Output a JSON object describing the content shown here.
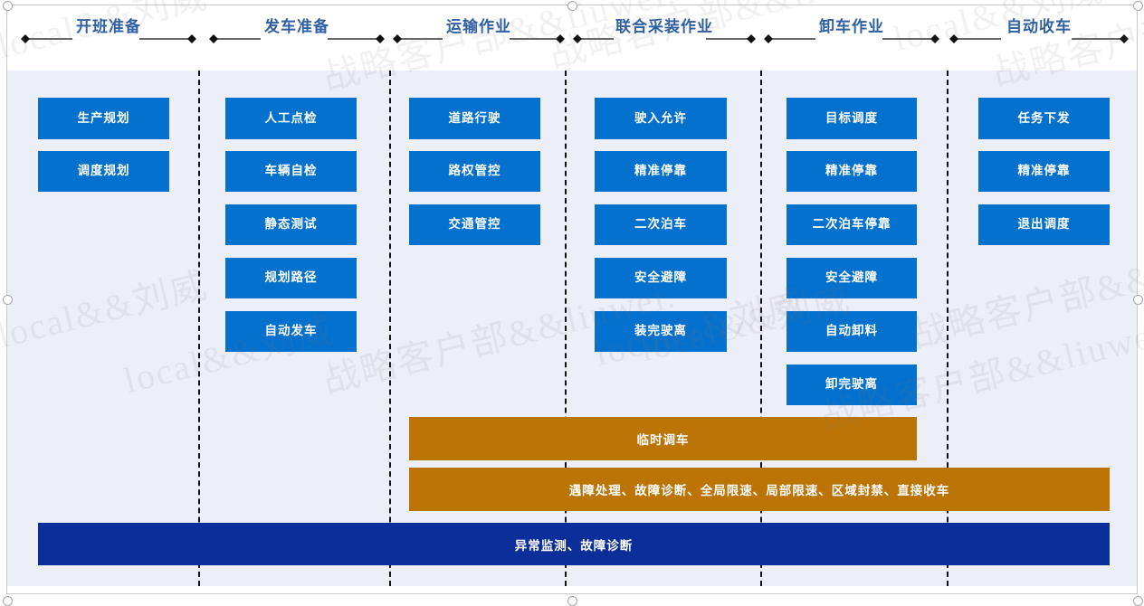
{
  "diagram": {
    "title_color": "#2e5fa3",
    "card_color": "#0571ce",
    "orange_color": "#bd7407",
    "navy_color": "#0c2e9b",
    "panel_color": "#eceef8",
    "phases": [
      {
        "label": "开班准备",
        "items": [
          "生产规划",
          "调度规划"
        ]
      },
      {
        "label": "发车准备",
        "items": [
          "人工点检",
          "车辆自检",
          "静态测试",
          "规划路径",
          "自动发车"
        ]
      },
      {
        "label": "运输作业",
        "items": [
          "道路行驶",
          "路权管控",
          "交通管控"
        ]
      },
      {
        "label": "联合采装作业",
        "items": [
          "驶入允许",
          "精准停靠",
          "二次泊车",
          "安全避障",
          "装完驶离"
        ]
      },
      {
        "label": "卸车作业",
        "items": [
          "目标调度",
          "精准停靠",
          "二次泊车停靠",
          "安全避障",
          "自动卸料",
          "卸完驶离"
        ]
      },
      {
        "label": "自动收车",
        "items": [
          "任务下发",
          "精准停靠",
          "退出调度"
        ]
      }
    ],
    "bars": [
      {
        "label": "临时调车",
        "style": "orange"
      },
      {
        "label": "遇障处理、故障诊断、全局限速、局部限速、区域封禁、直接收车",
        "style": "orange"
      },
      {
        "label": "异常监测、故障诊断",
        "style": "navy"
      }
    ],
    "watermarks": [
      "local&&刘威",
      "战略客户部&&liuwei.",
      "local&&刘威",
      "战略客户部&&liuwei.",
      "local&&刘威",
      "战略客户部&&liuwei.",
      "local&&刘威",
      "战略客户部&&liuwei.",
      "local&&刘威",
      "战略客户部&&liuwei.",
      "local&&刘威",
      "战略客户部&&liuwei."
    ]
  }
}
